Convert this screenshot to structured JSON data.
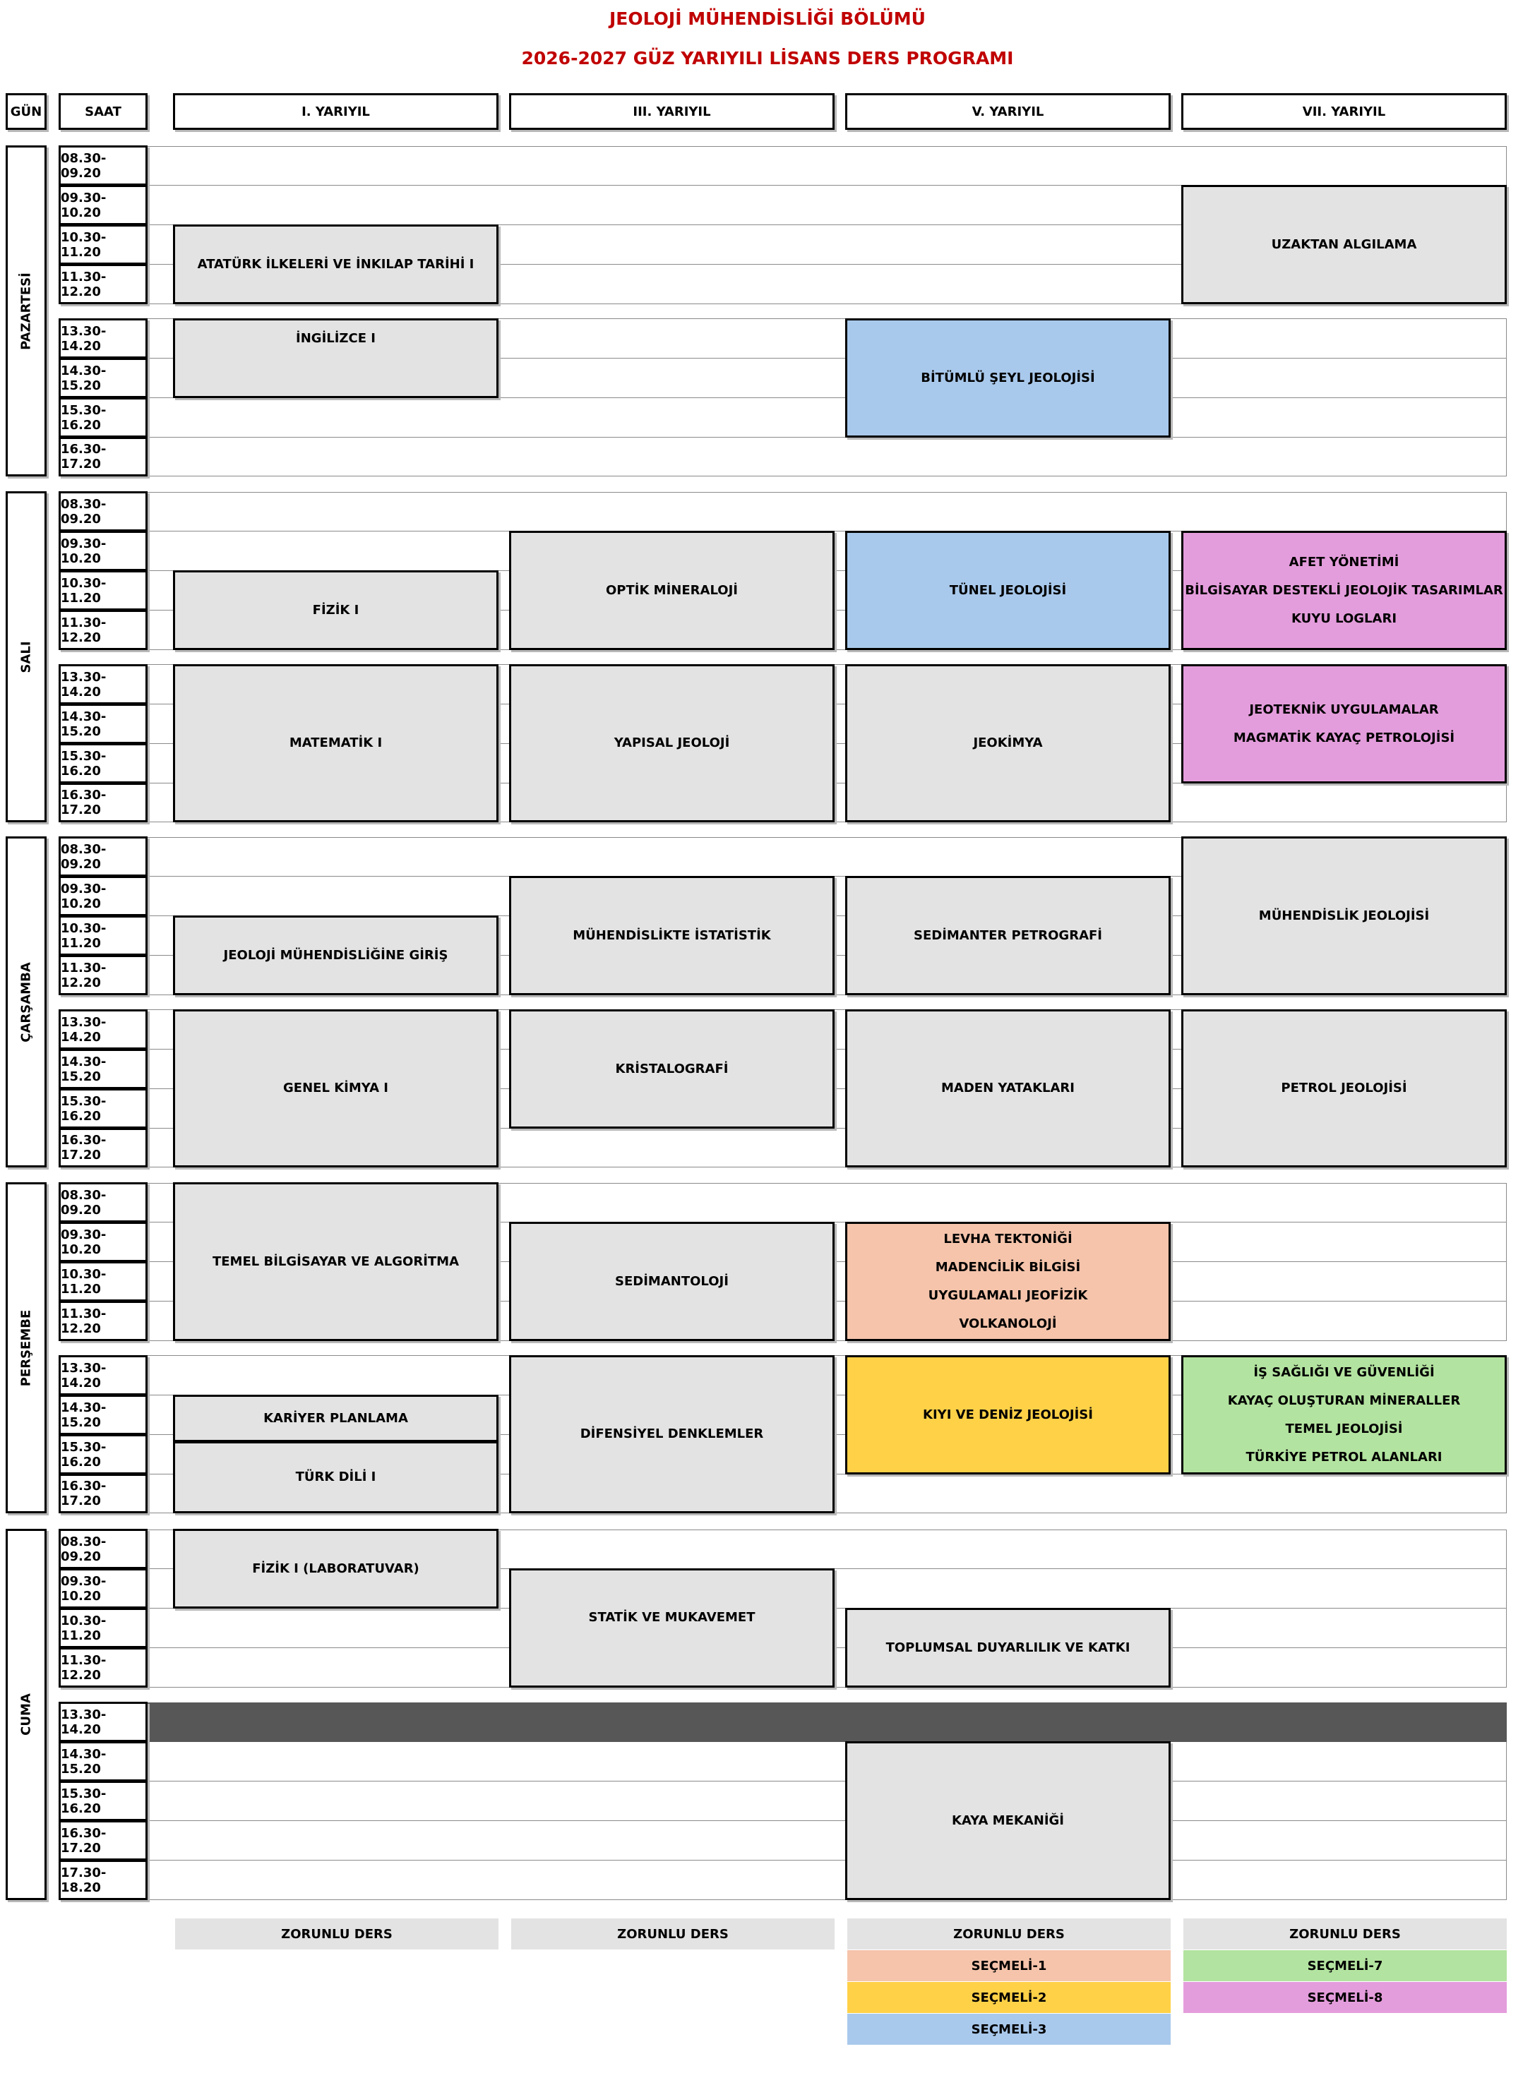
{
  "header": {
    "department": "JEOLOJİ MÜHENDİSLİĞİ BÖLÜMÜ",
    "program": "2026-2027 GÜZ YARIYILI LİSANS DERS PROGRAMI"
  },
  "columns": {
    "day": "GÜN",
    "time": "SAAT",
    "sem1": "I. YARIYIL",
    "sem3": "III. YARIYIL",
    "sem5": "V. YARIYIL",
    "sem7": "VII. YARIYIL"
  },
  "days": {
    "mon": "PAZARTESİ",
    "tue": "SALI",
    "wed": "ÇARŞAMBA",
    "thu": "PERŞEMBE",
    "fri": "CUMA"
  },
  "slots": [
    "08.30-09.20",
    "09.30-10.20",
    "10.30-11.20",
    "11.30-12.20",
    "13.30-14.20",
    "14.30-15.20",
    "15.30-16.20",
    "16.30-17.20",
    "17.30-18.20"
  ],
  "colors": {
    "compulsory": "#e3e3e3",
    "elective1": "#f5c4ab",
    "elective2": "#ffd147",
    "elective3": "#a9c9ec",
    "elective7": "#b3e3a0",
    "elective8": "#e49ddc",
    "lunch_break": "#575757",
    "title": "#c00000"
  },
  "courses": {
    "mon": {
      "ataturk": "ATATÜRK İLKELERİ VE İNKILAP TARİHİ I",
      "uzaktan": "UZAKTAN ALGILAMA",
      "ingilizce": "İNGİLİZCE I",
      "bitumlu": "BİTÜMLÜ ŞEYL JEOLOJİSİ"
    },
    "tue": {
      "optik": "OPTİK MİNERALOJİ",
      "tunel": "TÜNEL JEOLOJİSİ",
      "sem7_am": [
        "AFET YÖNETİMİ",
        "BİLGİSAYAR DESTEKLİ JEOLOJİK TASARIMLAR",
        "KUYU LOGLARI"
      ],
      "fizik": "FİZİK I",
      "matematik": "MATEMATİK I",
      "yapisal": "YAPISAL JEOLOJİ",
      "jeokimya": "JEOKİMYA",
      "sem7_pm": [
        "JEOTEKNİK UYGULAMALAR",
        "MAGMATİK KAYAÇ PETROLOJİSİ"
      ]
    },
    "wed": {
      "muhjeo": "MÜHENDİSLİK JEOLOJİSİ",
      "istatistik": "MÜHENDİSLİKTE İSTATİSTİK",
      "sedpet": "SEDİMANTER PETROGRAFİ",
      "giris": "JEOLOJİ MÜHENDİSLİĞİNE GİRİŞ",
      "genelkimya": "GENEL KİMYA I",
      "kristal": "KRİSTALOGRAFİ",
      "maden": "MADEN YATAKLARI",
      "petrol": "PETROL JEOLOJİSİ"
    },
    "thu": {
      "temelbil": "TEMEL BİLGİSAYAR VE ALGORİTMA",
      "sedimantoloji": "SEDİMANTOLOJİ",
      "sem5_am": [
        "LEVHA TEKTONİĞİ",
        "MADENCİLİK BİLGİSİ",
        "UYGULAMALI JEOFİZİK",
        "VOLKANOLOJİ"
      ],
      "difensiyel": "DİFENSİYEL DENKLEMLER",
      "kiyi": "KIYI VE DENİZ JEOLOJİSİ",
      "sem7_pm": [
        "İŞ SAĞLIĞI VE GÜVENLİĞİ",
        "KAYAÇ OLUŞTURAN MİNERALLER",
        "TEMEL JEOLOJİSİ",
        "TÜRKİYE PETROL ALANLARI"
      ],
      "kariyer": "KARİYER PLANLAMA",
      "turkdili": "TÜRK DİLİ I"
    },
    "fri": {
      "fizik_lab": "FİZİK I (LABORATUVAR)",
      "statik": "STATİK VE MUKAVEMET",
      "toplumsal": "TOPLUMSAL DUYARLILIK VE KATKI",
      "kaya": "KAYA MEKANİĞİ"
    }
  },
  "legend": {
    "compulsory": "ZORUNLU DERS",
    "elective1": "SEÇMELİ-1",
    "elective2": "SEÇMELİ-2",
    "elective3": "SEÇMELİ-3",
    "elective7": "SEÇMELİ-7",
    "elective8": "SEÇMELİ-8"
  }
}
